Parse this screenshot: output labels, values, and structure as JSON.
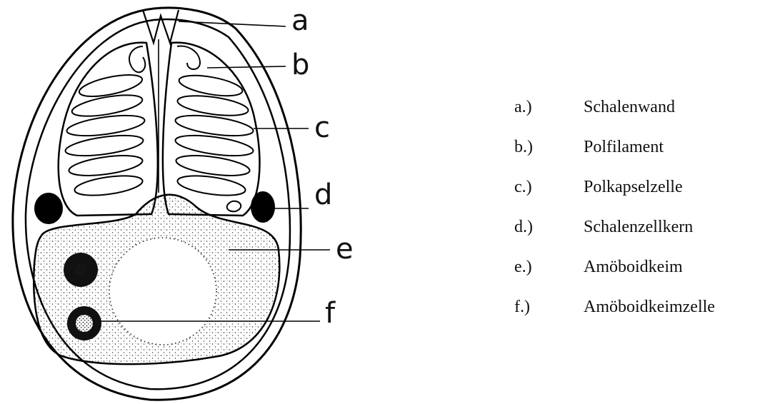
{
  "callout_letters": [
    "a",
    "b",
    "c",
    "d",
    "e",
    "f"
  ],
  "legend": [
    {
      "key": "a.)",
      "label": "Schalenwand"
    },
    {
      "key": "b.)",
      "label": "Polfilament"
    },
    {
      "key": "c.)",
      "label": "Polkapselzelle"
    },
    {
      "key": "d.)",
      "label": "Schalenzellkern"
    },
    {
      "key": "e.)",
      "label": "Amöboidkeim"
    },
    {
      "key": "f.)",
      "label": "Amöboidkeimzelle"
    }
  ]
}
